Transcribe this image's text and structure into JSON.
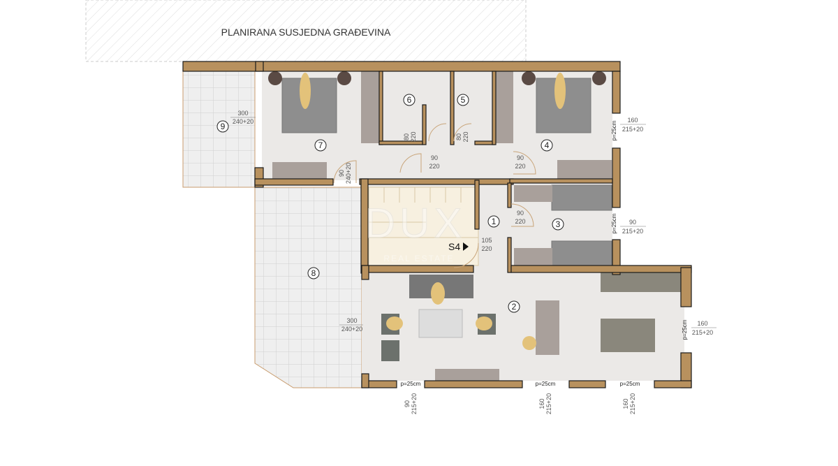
{
  "neighbor_label": "PLANIRANA SUSJEDNA GRAĐEVINA",
  "stair_label": "S4",
  "watermark": {
    "brand": "DUX",
    "tagline": "REAL ESTATE"
  },
  "rooms": [
    "1",
    "2",
    "3",
    "4",
    "5",
    "6",
    "7",
    "8",
    "9"
  ],
  "dims": [
    {
      "w": "300",
      "h": "240+20"
    },
    {
      "w": "90",
      "h": "240+20"
    },
    {
      "w": "80",
      "h": "220"
    },
    {
      "w": "90",
      "h": "220"
    },
    {
      "w": "80",
      "h": "220"
    },
    {
      "w": "90",
      "h": "220"
    },
    {
      "w": "90",
      "h": "220"
    },
    {
      "w": "105",
      "h": "220"
    },
    {
      "w": "160",
      "h": "215+20"
    },
    {
      "w": "90",
      "h": "215+20"
    },
    {
      "w": "160",
      "h": "215+20"
    },
    {
      "w": "300",
      "h": "240+20"
    },
    {
      "w": "90",
      "h": "215+20"
    },
    {
      "w": "160",
      "h": "215+20"
    },
    {
      "w": "160",
      "h": "215+20"
    }
  ],
  "window_sill": "p=25cm",
  "colors": {
    "wall": "#b8915e",
    "floor": "#ebe9e7",
    "stairs": "#f7f0e0",
    "figures": "#e3c27a"
  }
}
